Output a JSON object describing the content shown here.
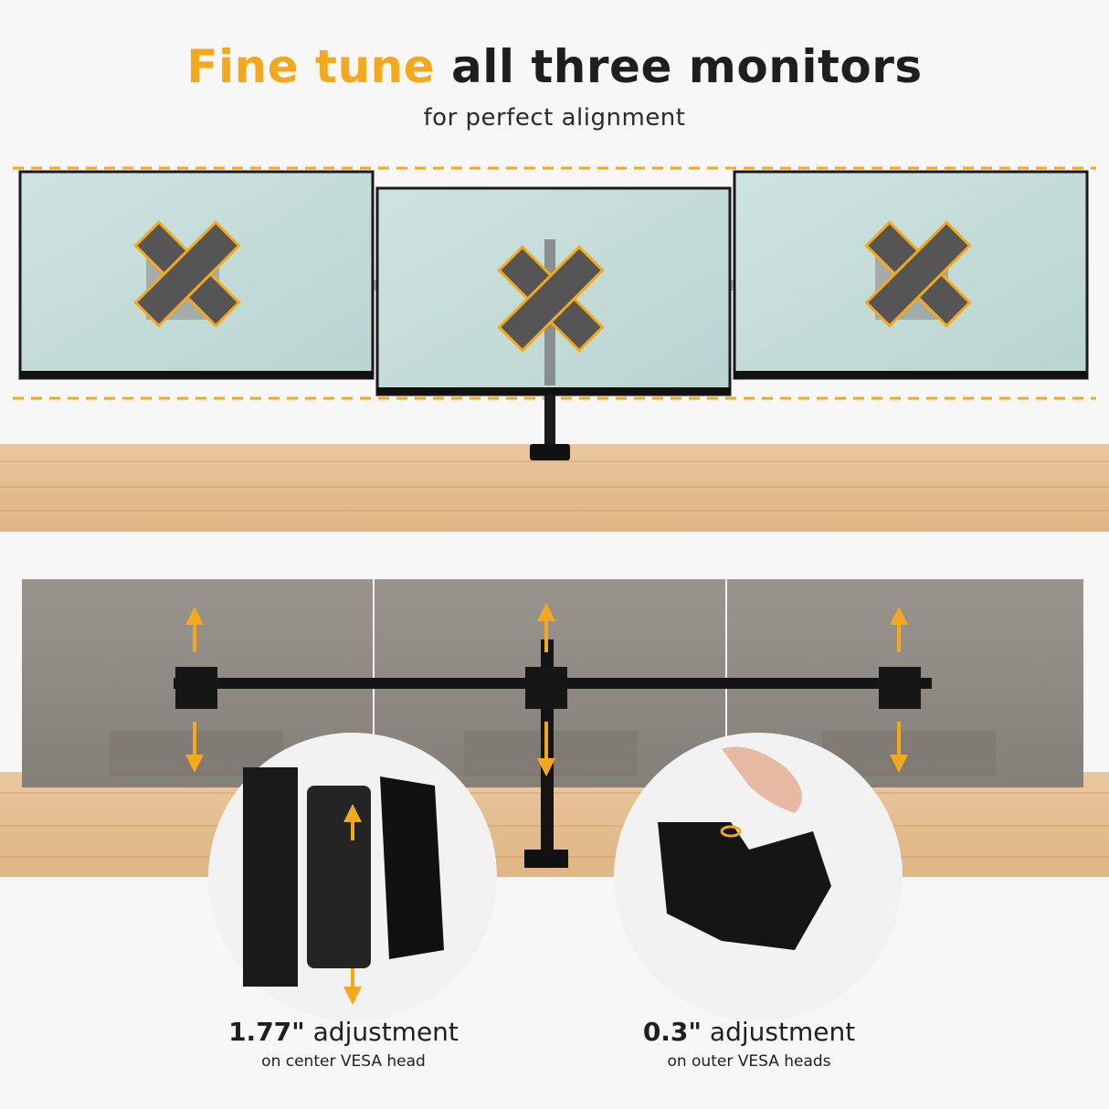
{
  "headline": {
    "accent": "Fine tune",
    "rest": " all three monitors"
  },
  "subheadline": "for perfect alignment",
  "captions": [
    {
      "value": "1.77\"",
      "text": " adjustment",
      "sub": "on center VESA head"
    },
    {
      "value": "0.3\"",
      "text": " adjustment",
      "sub": "on outer VESA heads"
    }
  ],
  "colors": {
    "accent": "#f4a81c",
    "desk": "#e5bf92",
    "monitor_back": "#8a8580",
    "x_mark": "#5a5a5a"
  },
  "icons": [
    "x-mark-icon",
    "double-arrow-icon"
  ]
}
